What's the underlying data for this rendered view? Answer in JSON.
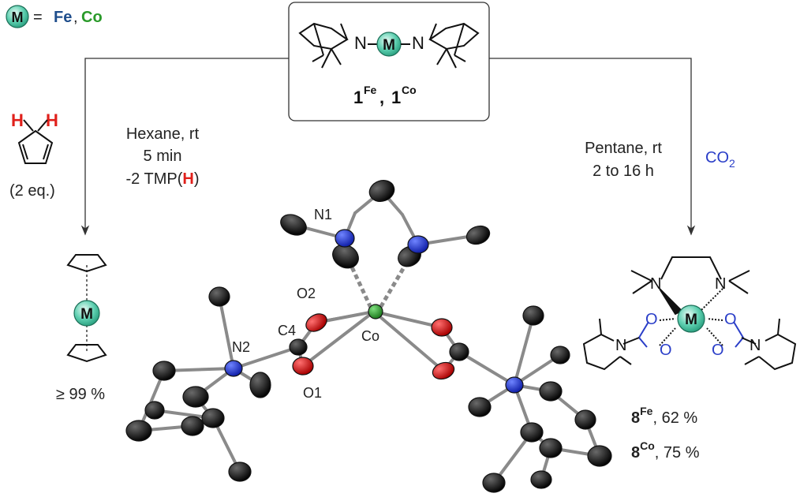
{
  "legend": {
    "metal_symbol": "M",
    "equals": "=",
    "fe": "Fe",
    "comma": ",",
    "co": "Co"
  },
  "colors": {
    "fe_blue": "#1f4e8c",
    "co_green": "#2a9a2a",
    "red": "#e0201b",
    "co2_blue": "#2a3ec8",
    "metal_teal": "#49c2a2",
    "bond_grey": "#8a8a8a",
    "n_blue": "#1c2fd0",
    "o_red": "#e01818",
    "co_atom_green": "#2c8a2c"
  },
  "start": {
    "label_num": "1",
    "sup_fe": "Fe",
    "sep": ", ",
    "label_num2": "1",
    "sup_co": "Co",
    "metal": "M",
    "n_left": "N",
    "n_right": "N"
  },
  "left_branch": {
    "h1": "H",
    "h2": "H",
    "eq": "(2 eq.)",
    "cond1": "Hexane, rt",
    "cond2": "5 min",
    "cond3_pre": "-2 TMP(",
    "cond3_h": "H",
    "cond3_post": ")",
    "product_metal": "M",
    "yield": "≥ 99 %"
  },
  "right_branch": {
    "cond1": "Pentane, rt",
    "cond2": "2 to 16 h",
    "reagent_main": "CO",
    "reagent_sub": "2",
    "product_metal": "M",
    "n_labels": [
      "N",
      "N",
      "N",
      "N"
    ],
    "o_labels": [
      "O",
      "O",
      "O",
      "O"
    ],
    "yield_fe_num": "8",
    "yield_fe_sup": "Fe",
    "yield_fe_val": ", 62 %",
    "yield_co_num": "8",
    "yield_co_sup": "Co",
    "yield_co_val": ", 75 %"
  },
  "xray": {
    "labels": {
      "n1": "N1",
      "n2": "N2",
      "o1": "O1",
      "o2": "O2",
      "c4": "C4",
      "co": "Co"
    }
  }
}
